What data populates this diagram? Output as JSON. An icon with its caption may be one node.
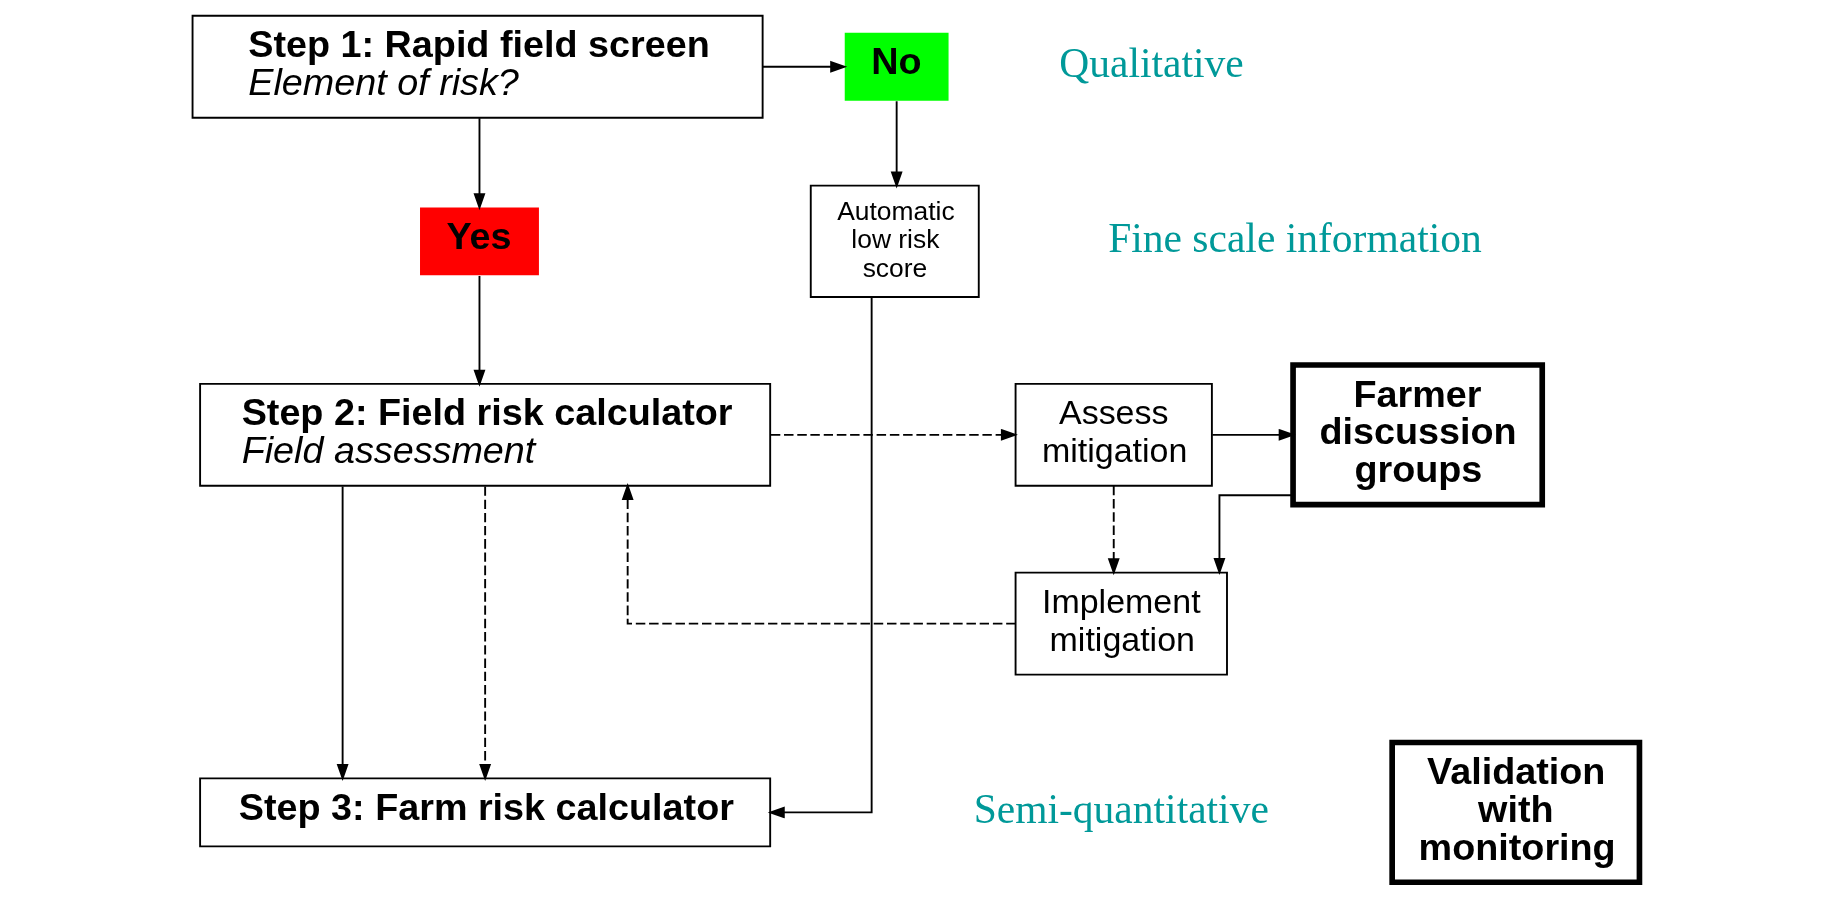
{
  "diagram": {
    "nodes": [
      {
        "text": [
          "Step 1: Rapid field screen",
          "Element of risk?"
        ]
      },
      {
        "text": [
          "No"
        ]
      },
      {
        "text": [
          "Yes"
        ]
      },
      {
        "text": [
          "Automatic low risk score"
        ]
      },
      {
        "text": [
          "Step 2: Field risk calculator",
          "Field assessment"
        ]
      },
      {
        "text": [
          "Assess mitigation"
        ]
      },
      {
        "text": [
          "Farmer discussion groups"
        ]
      },
      {
        "text": [
          "Implement mitigation"
        ]
      },
      {
        "text": [
          "Step 3: Farm risk calculator"
        ]
      },
      {
        "text": [
          "Validation with monitoring"
        ]
      }
    ],
    "edges": [
      {
        "from": 0,
        "to": 1,
        "arrow": "to"
      },
      {
        "from": 1,
        "to": 3,
        "arrow": "to"
      },
      {
        "from": 0,
        "to": 2,
        "arrow": "to"
      },
      {
        "from": 2,
        "to": 4,
        "arrow": "to"
      },
      {
        "from": 4,
        "to": 5,
        "arrow": "to",
        "style": "dashed"
      },
      {
        "from": 5,
        "to": 6,
        "arrow": "to"
      },
      {
        "from": 5,
        "to": 7,
        "arrow": "to",
        "style": "dashed"
      },
      {
        "from": 6,
        "to": 7,
        "arrow": "to"
      },
      {
        "from": 7,
        "to": 4,
        "arrow": "to",
        "style": "dashed"
      },
      {
        "from": 4,
        "to": 8,
        "arrow": "to"
      },
      {
        "from": 4,
        "to": 8,
        "arrow": "to",
        "style": "dashed"
      },
      {
        "from": 3,
        "to": 8,
        "arrow": "to"
      }
    ],
    "labels": [
      "Qualitative",
      "Fine scale information",
      "Semi-quantitative"
    ]
  }
}
